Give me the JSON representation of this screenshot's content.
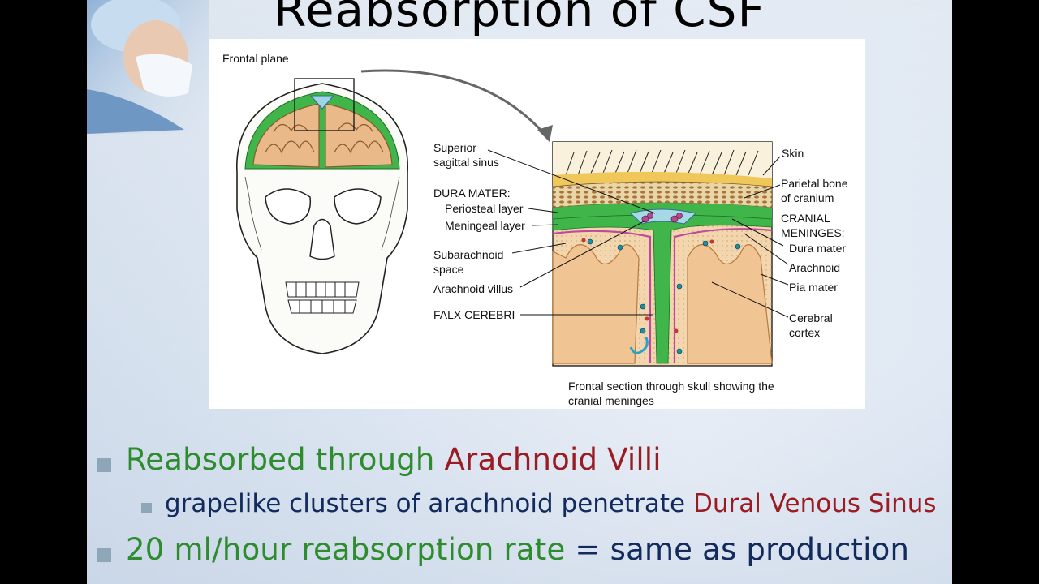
{
  "slide": {
    "title": "Reabsorption of CSF"
  },
  "figure": {
    "labels": {
      "frontal_plane": "Frontal plane",
      "superior_sagittal_sinus_1": "Superior",
      "superior_sagittal_sinus_2": "sagittal sinus",
      "dura_mater_heading": "DURA MATER:",
      "periosteal_layer": "Periosteal layer",
      "meningeal_layer": "Meningeal layer",
      "subarachnoid_space_1": "Subarachnoid",
      "subarachnoid_space_2": "space",
      "arachnoid_villus": "Arachnoid villus",
      "falx_cerebri": "FALX CEREBRI",
      "skin": "Skin",
      "parietal_bone_1": "Parietal bone",
      "parietal_bone_2": "of cranium",
      "cranial_meninges_1": "CRANIAL",
      "cranial_meninges_2": "MENINGES:",
      "dura_mater": "Dura mater",
      "arachnoid": "Arachnoid",
      "pia_mater": "Pia mater",
      "cerebral_cortex_1": "Cerebral",
      "cerebral_cortex_2": "cortex"
    },
    "caption_line1": "Frontal section through skull showing the",
    "caption_line2": "cranial meninges"
  },
  "bullets": {
    "b1": {
      "part1": "Reabsorbed through ",
      "part2": "Arachnoid Villi"
    },
    "b1_sub": {
      "part1": "grapelike clusters of arachnoid penetrate ",
      "part2": "Dural Venous Sinus"
    },
    "b2": {
      "part1": "20 ml/hour reabsorption rate",
      "part2": " = same as production"
    }
  },
  "colors": {
    "green_text": "#2e8b2e",
    "red_text": "#9b1b22",
    "navy_text": "#122a5c",
    "dura_green": "#3fb54a",
    "brain_tan": "#e9b98a"
  }
}
